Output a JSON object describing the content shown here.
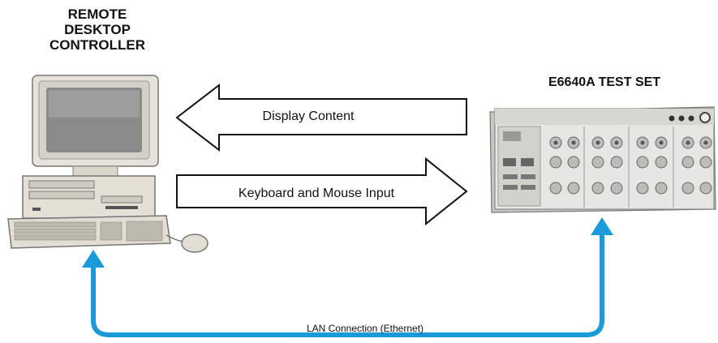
{
  "controller": {
    "title_lines": [
      "REMOTE",
      "DESKTOP",
      "CONTROLLER"
    ]
  },
  "test_set": {
    "title": "E6640A TEST SET"
  },
  "arrows": {
    "display": "Display Content",
    "keyboard": "Keyboard and Mouse Input"
  },
  "connection": {
    "label": "LAN Connection (Ethernet)"
  },
  "colors": {
    "lan_line": "#1a9ad6",
    "arrow_stroke": "#111111",
    "panel": "#dcdcd8"
  }
}
